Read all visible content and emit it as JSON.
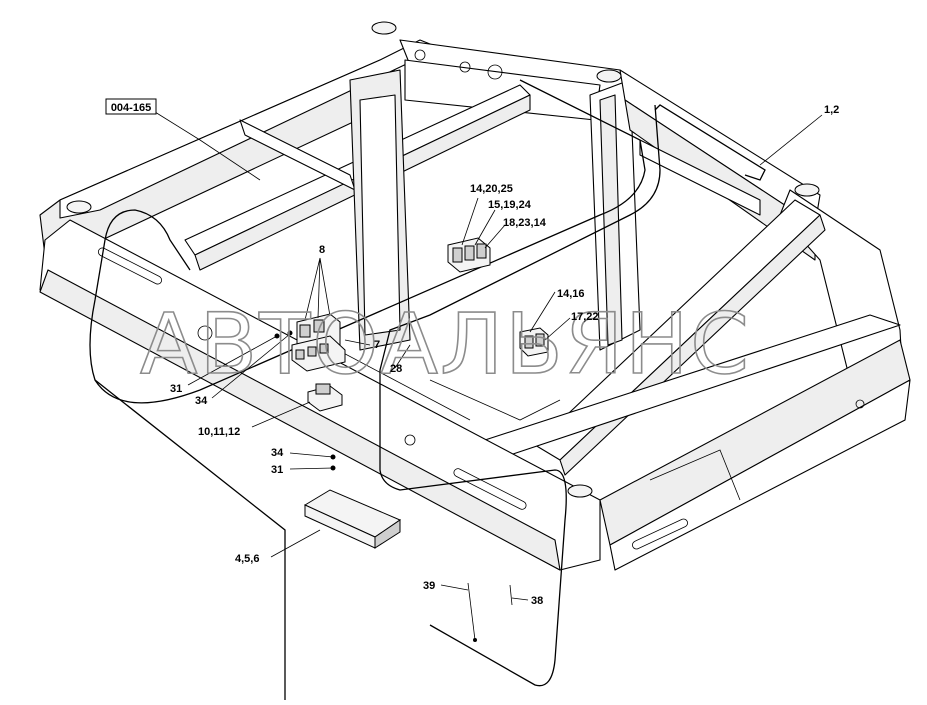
{
  "drawing": {
    "reference_tag": "004-165",
    "watermark": "АВТОАЛЬЯНС"
  },
  "callouts": {
    "c_1_2": "1,2",
    "c_14_20_25": "14,20,25",
    "c_15_19_24": "15,19,24",
    "c_18_23_14": "18,23,14",
    "c_8": "8",
    "c_7": "7",
    "c_14_16": "14,16",
    "c_17_22": "17,22",
    "c_28": "28",
    "c_31_a": "31",
    "c_34_a": "34",
    "c_10_11_12": "10,11,12",
    "c_34_b": "34",
    "c_31_b": "31",
    "c_4_5_6": "4,5,6",
    "c_39": "39",
    "c_38": "38"
  }
}
